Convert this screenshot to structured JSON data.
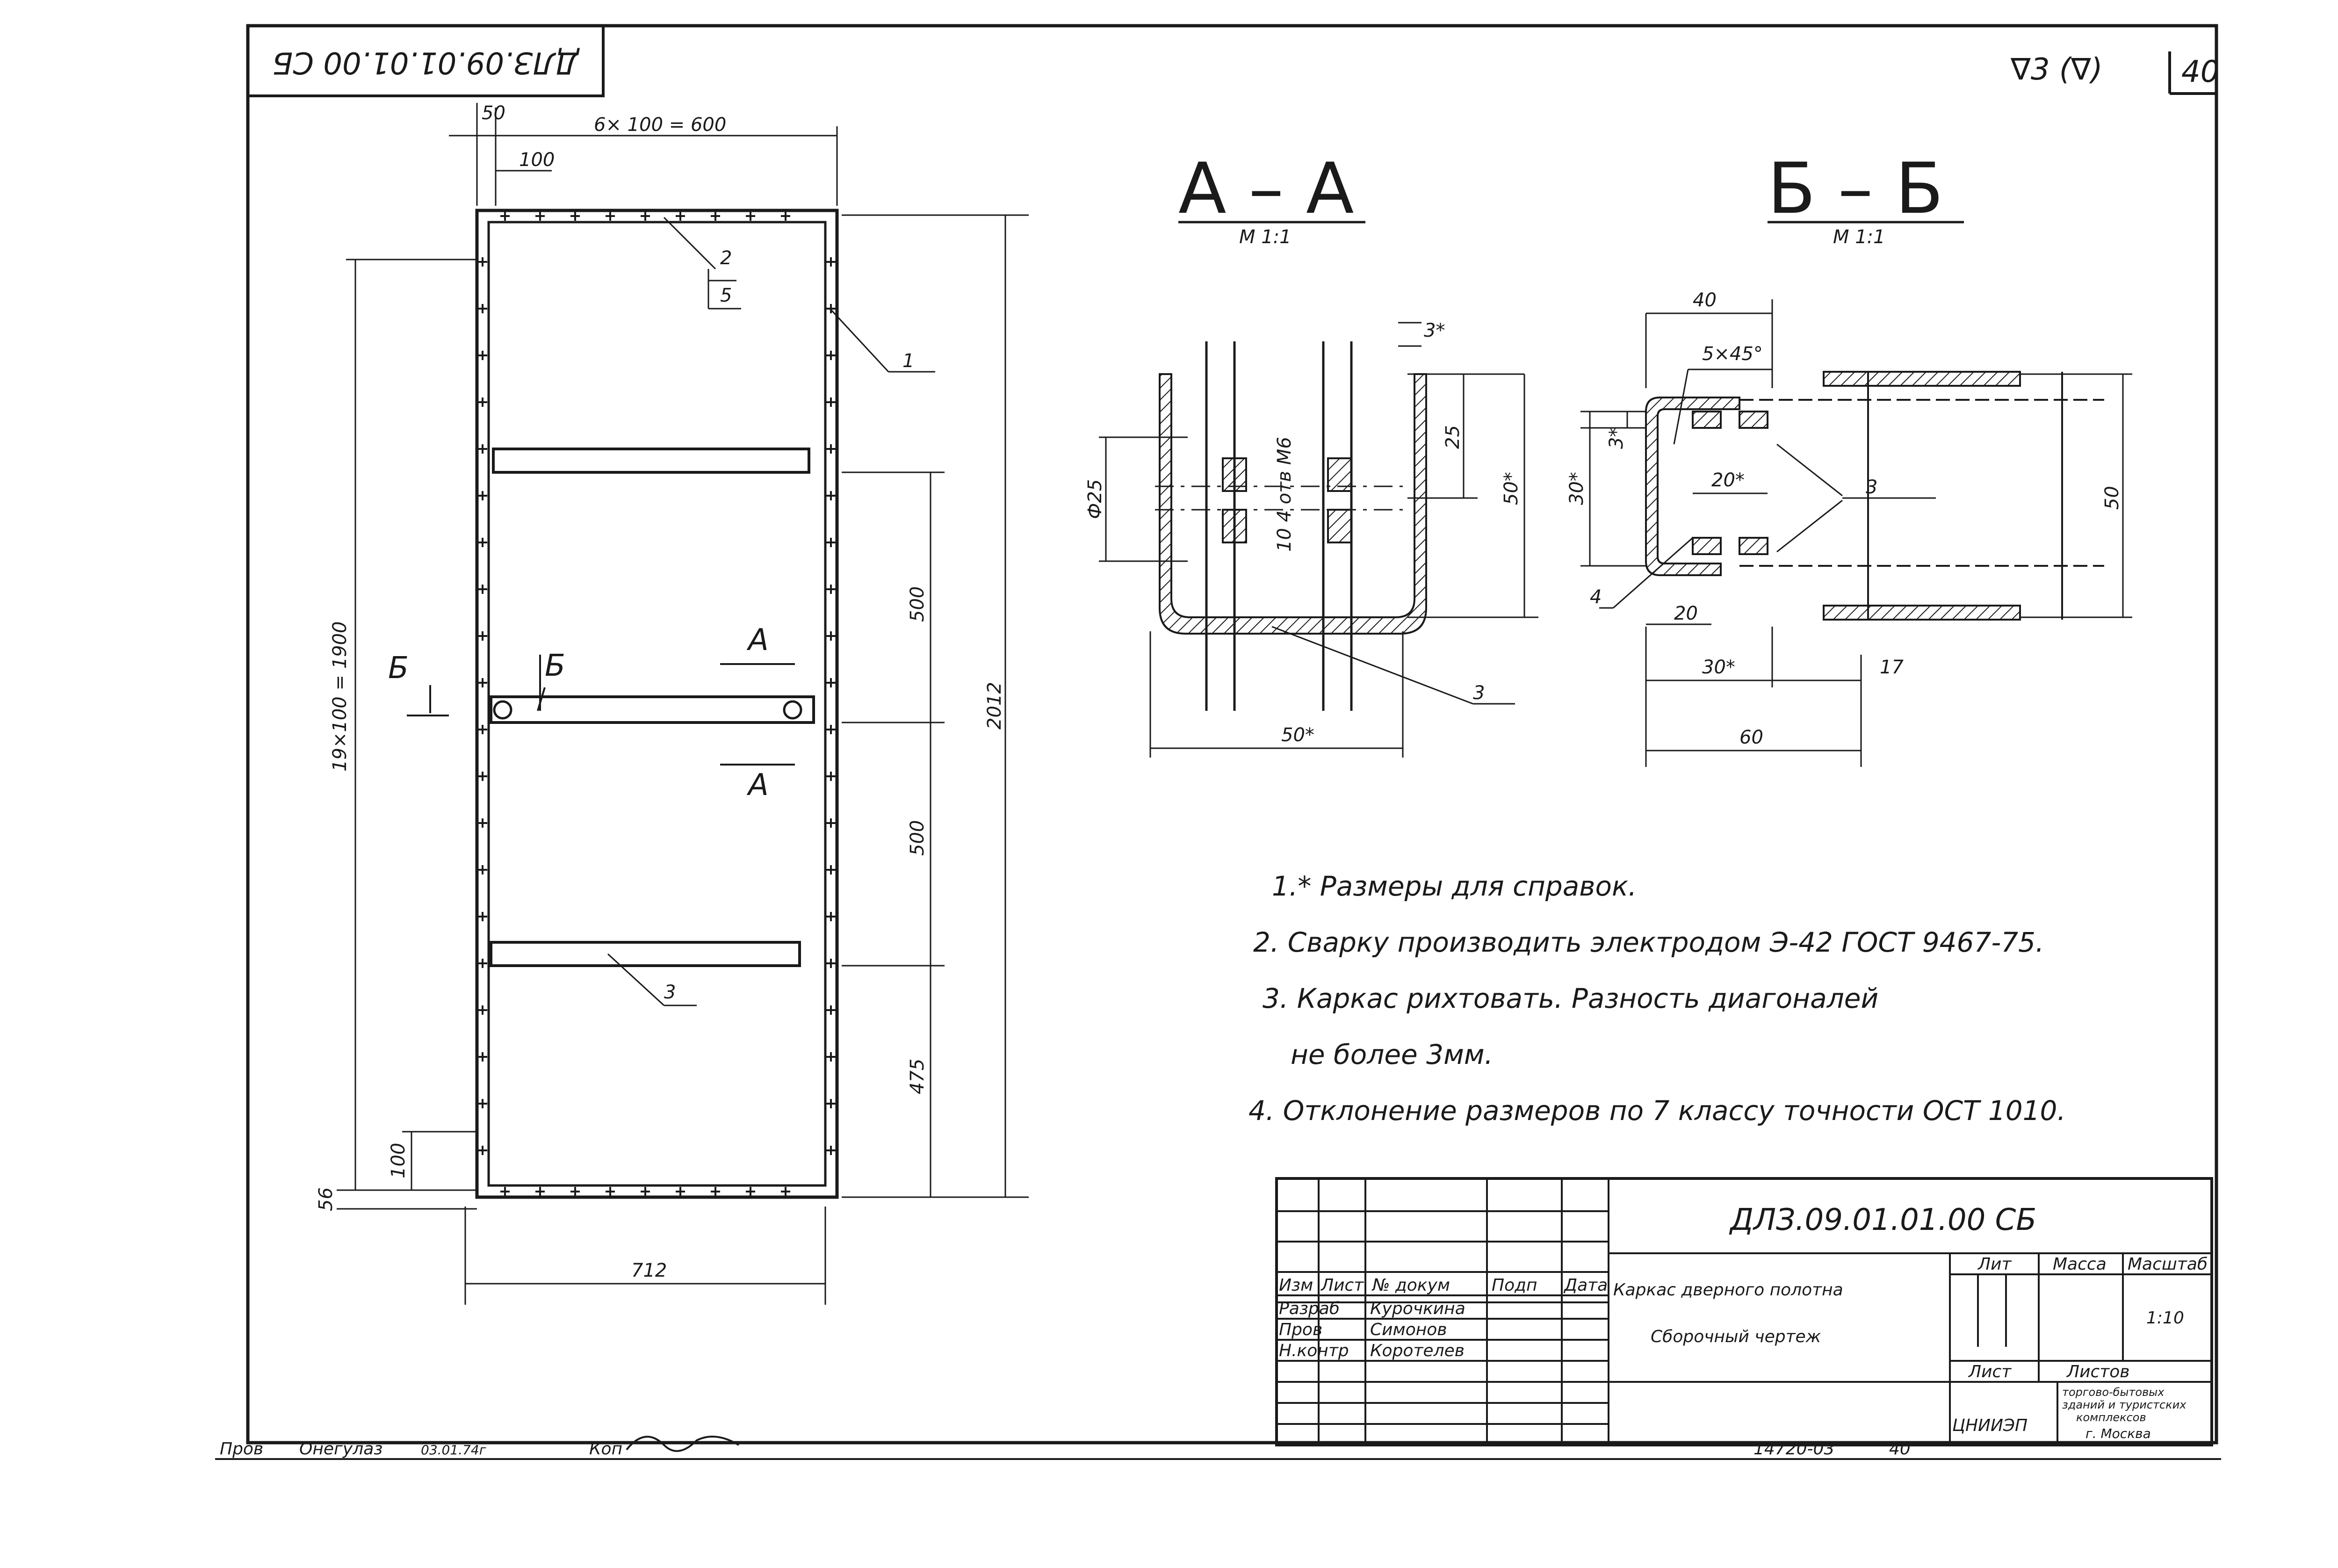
{
  "stamp_top": "ДЛЗ.09.01.01.00 СБ",
  "roughness": "∇3 (∇)",
  "sheet_corner": "40",
  "frame_dims": {
    "top_offset": "50",
    "top_span": "6× 100 = 600",
    "top_pitch": "100",
    "left_span": "19×100 = 1900",
    "height": "2012",
    "seg_upper": "500",
    "seg_mid": "500",
    "seg_low": "475",
    "bottom_pitch": "100",
    "bottom_offset": "56",
    "width": "712"
  },
  "leaders": {
    "l1": "1",
    "l2_num": "2",
    "l2_den": "5",
    "l3": "3"
  },
  "cut_marks": {
    "a": "А",
    "b": "Б"
  },
  "section_aa": {
    "title": "А – А",
    "scale": "М 1:1",
    "d_phi": "Ф25",
    "d_holes": "10 4 отв М6",
    "d_3": "3*",
    "d_25": "25",
    "d_50v": "50*",
    "d_50h": "50*",
    "weld": "3"
  },
  "section_bb": {
    "title": "Б – Б",
    "scale": "М 1:1",
    "d_40": "40",
    "d_chamfer": "5×45°",
    "d_3": "3*",
    "d_30v": "30*",
    "d_20s": "20*",
    "d_weld": "3",
    "d_50": "50",
    "leader4": "4",
    "d_20": "20",
    "d_30h": "30*",
    "d_17": "17",
    "d_60": "60"
  },
  "notes": [
    "1.* Размеры для справок.",
    "2. Сварку производить электродом Э-42 ГОСТ 9467-75.",
    "3. Каркас рихтовать. Разность диагоналей",
    "не более 3мм.",
    "4. Отклонение размеров по 7 классу точности ОСТ 1010."
  ],
  "title_block": {
    "designation": "ДЛЗ.09.01.01.00 СБ",
    "name_1": "Каркас дверного полотна",
    "name_2": "Сборочный чертеж",
    "hdr_izm": "Изм",
    "hdr_list": "Лист",
    "hdr_doc": "№ докум",
    "hdr_sign": "Подп",
    "hdr_date": "Дата",
    "role_1": "Разраб",
    "name_r1": "Курочкина",
    "role_2": "Пров",
    "name_r2": "Симонов",
    "role_3": "Н.контр",
    "name_r3": "Коротелев",
    "col_lit": "Лит",
    "col_mass": "Масса",
    "col_scale": "Масштаб",
    "scale_val": "1:10",
    "col_sheet": "Лист",
    "col_sheets": "Листов",
    "org_logo": "ЦНИИЭП",
    "org_line1": "торгово-бытовых",
    "org_line2": "зданий и туристских",
    "org_line3": "комплексов",
    "org_line4": "г. Москва"
  },
  "bottom": {
    "check_label": "Пров",
    "check_name": "Онегулаз",
    "check_date": "03.01.74г",
    "copy_label": "Коп",
    "archive": "14720-03",
    "sheet": "40"
  }
}
